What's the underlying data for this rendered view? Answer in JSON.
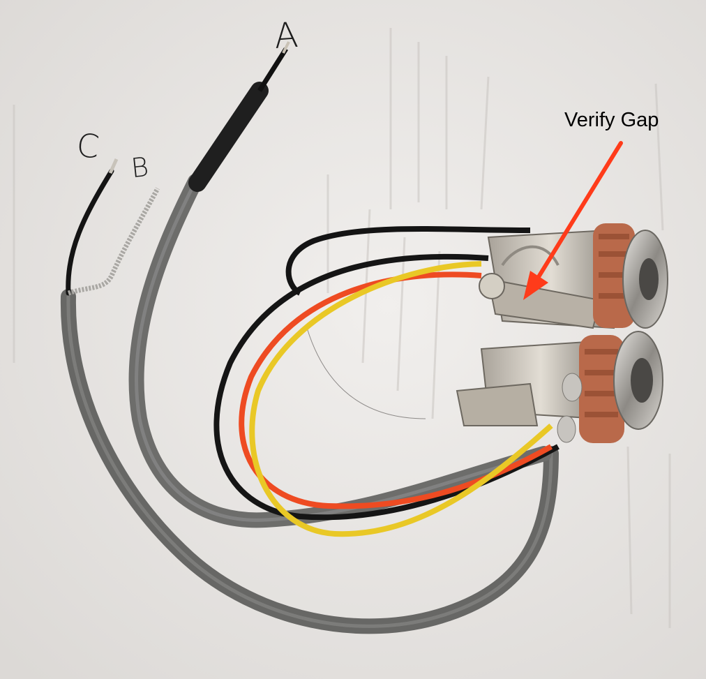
{
  "labels": {
    "wire_a": "A",
    "wire_b": "B",
    "wire_c": "C"
  },
  "annotation": {
    "text": "Verify Gap",
    "arrow_color": "#ff3b1a"
  },
  "colors": {
    "paper": "#ebe8e5",
    "gray_cable": "#6e6e6c",
    "black_wire": "#151515",
    "orange_wire": "#ee4b22",
    "yellow_wire": "#e9c826",
    "brass_washer": "#b9694a",
    "nickel": "#b8b3ab"
  }
}
